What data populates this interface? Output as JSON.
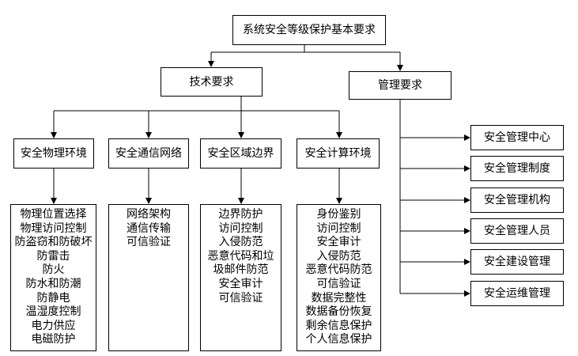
{
  "root": "系统安全等级保护基本要求",
  "tech": {
    "label": "技术要求",
    "categories": [
      {
        "label": "安全物理环境",
        "items": [
          "物理位置选择",
          "物理访问控制",
          "防盗窃和防破坏",
          "防雷击",
          "防火",
          "防水和防潮",
          "防静电",
          "温湿度控制",
          "电力供应",
          "电磁防护"
        ]
      },
      {
        "label": "安全通信网络",
        "items": [
          "网络架构",
          "通信传输",
          "可信验证"
        ]
      },
      {
        "label": "安全区域边界",
        "items": [
          "边界防护",
          "访问控制",
          "入侵防范",
          "恶意代码和垃",
          "圾邮件防范",
          "安全审计",
          "可信验证"
        ]
      },
      {
        "label": "安全计算环境",
        "items": [
          "身份鉴别",
          "访问控制",
          "安全审计",
          "入侵防范",
          "恶意代码防范",
          "可信验证",
          "数据完整性",
          "数据备份恢复",
          "剩余信息保护",
          "个人信息保护"
        ]
      }
    ]
  },
  "mgmt": {
    "label": "管理要求",
    "items": [
      "安全管理中心",
      "安全管理制度",
      "安全管理机构",
      "安全管理人员",
      "安全建设管理",
      "安全运维管理"
    ]
  }
}
